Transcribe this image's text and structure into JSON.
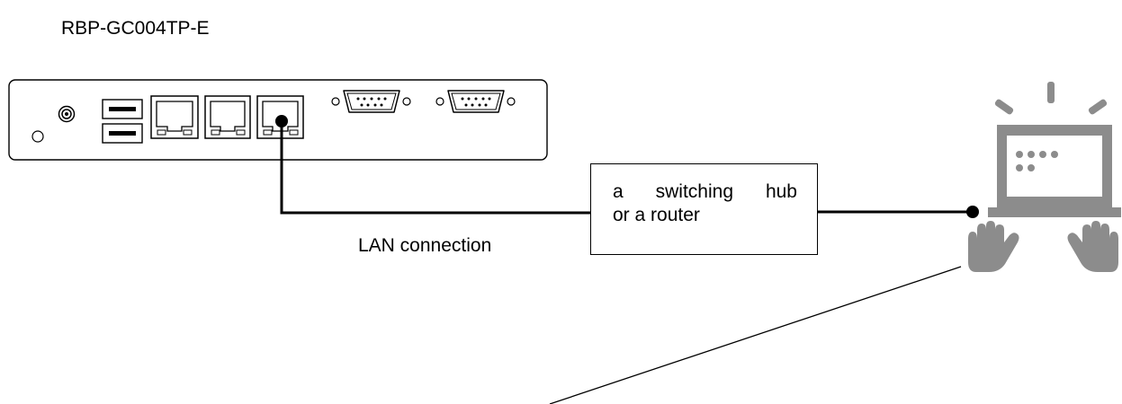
{
  "device": {
    "model": "RBP-GC004TP-E"
  },
  "connection": {
    "label": "LAN connection"
  },
  "hub": {
    "line1_words": [
      "a",
      "switching",
      "hub"
    ],
    "line2": "or a router"
  },
  "icons": [
    "power-led-icon",
    "antenna-connector-icon",
    "usb-port-icon",
    "lan-port-icon",
    "serial-port-icon",
    "pc-terminal-icon",
    "hand-icon"
  ],
  "colors": {
    "line": "#000000",
    "pc_icon": "#8c8c8c"
  }
}
